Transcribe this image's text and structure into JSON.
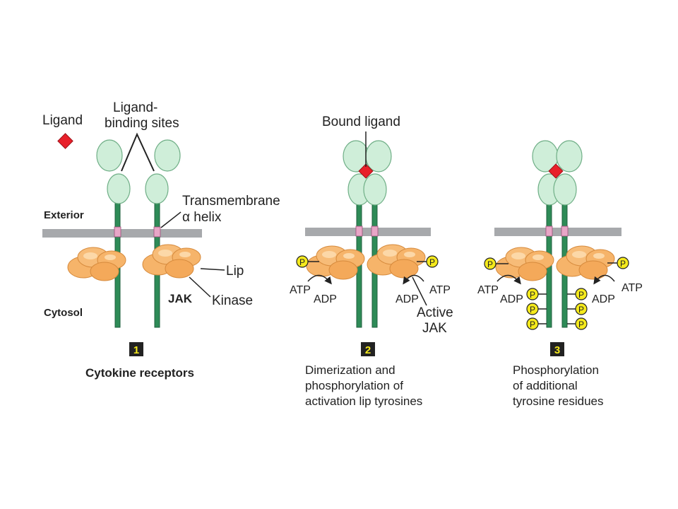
{
  "panel1": {
    "ligand": "Ligand",
    "binding_sites": [
      "Ligand-",
      "binding sites"
    ],
    "transmembrane": [
      "Transmembrane",
      "α helix"
    ],
    "exterior": "Exterior",
    "cytosol": "Cytosol",
    "lip": "Lip",
    "jak": "JAK",
    "kinase": "Kinase",
    "step": "1",
    "caption": [
      "Cytokine receptors"
    ]
  },
  "panel2": {
    "bound_ligand": "Bound ligand",
    "atp_left": "ATP",
    "adp_left": "ADP",
    "adp_right": "ADP",
    "atp_right": "ATP",
    "active_jak": [
      "Active",
      "JAK"
    ],
    "step": "2",
    "caption": [
      "Dimerization and",
      "phosphorylation of",
      "activation lip tyrosines"
    ]
  },
  "panel3": {
    "atp_left": "ATP",
    "adp_left": "ADP",
    "adp_right": "ADP",
    "atp_right": "ATP",
    "step": "3",
    "caption": [
      "Phosphorylation",
      "of additional",
      "tyrosine residues"
    ]
  },
  "phosphate_label": "P",
  "colors": {
    "membrane": "#a7a9ac",
    "helix": "#2e8b57",
    "helix_dark": "#1f5f3d",
    "domain": "#cfeed9",
    "domain_stroke": "#6fae86",
    "ligand": "#e8202a",
    "jak": "#f6b46a",
    "jak_stroke": "#d68a3c",
    "tm_segment": "#e8a6c7",
    "phosphate": "#f5ea1c",
    "step_box": "#222222",
    "step_text": "#f5ea1c"
  }
}
